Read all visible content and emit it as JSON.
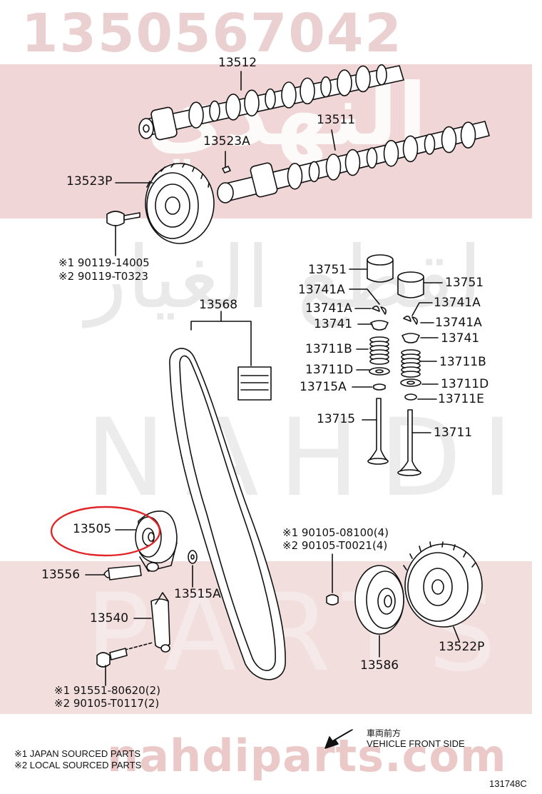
{
  "watermark": {
    "part_number": "1350567042",
    "arabic_brand_1": "النهدي",
    "arabic_brand_2": "لقطع الغيار",
    "latin_1": "NAHDI",
    "latin_2": "PARTS",
    "site": "nahdiparts.com"
  },
  "diagram": {
    "parts": {
      "p13512": "13512",
      "p13511": "13511",
      "p13523A": "13523A",
      "p13523P": "13523P",
      "bolt1_j": "※1 90119-14005",
      "bolt1_l": "※2 90119-T0323",
      "p13751_a": "13751",
      "p13751_b": "13751",
      "p13741A_a": "13741A",
      "p13741A_b": "13741A",
      "p13741A_c": "13741A",
      "p13741A_d": "13741A",
      "p13741_a": "13741",
      "p13741_b": "13741",
      "p13711B_a": "13711B",
      "p13711B_b": "13711B",
      "p13711D_a": "13711D",
      "p13711D_b": "13711D",
      "p13715A": "13715A",
      "p13711E": "13711E",
      "p13715": "13715",
      "p13711": "13711",
      "p13568": "13568",
      "p13505": "13505",
      "p13556": "13556",
      "p13515A": "13515A",
      "p13540": "13540",
      "bolt2_j": "※1 91551-80620(2)",
      "bolt2_l": "※2 90105-T0117(2)",
      "bolt3_j": "※1 90105-08100(4)",
      "bolt3_l": "※2 90105-T0021(4)",
      "p13586": "13586",
      "p13522P": "13522P"
    },
    "front_side_jp": "車両前方",
    "front_side_en": "VEHICLE FRONT SIDE",
    "legend_1": "※1 JAPAN SOURCED PARTS",
    "legend_2": "※2 LOCAL SOURCED PARTS",
    "figure_ref": "131748C",
    "highlight_color": "#e0262a"
  }
}
